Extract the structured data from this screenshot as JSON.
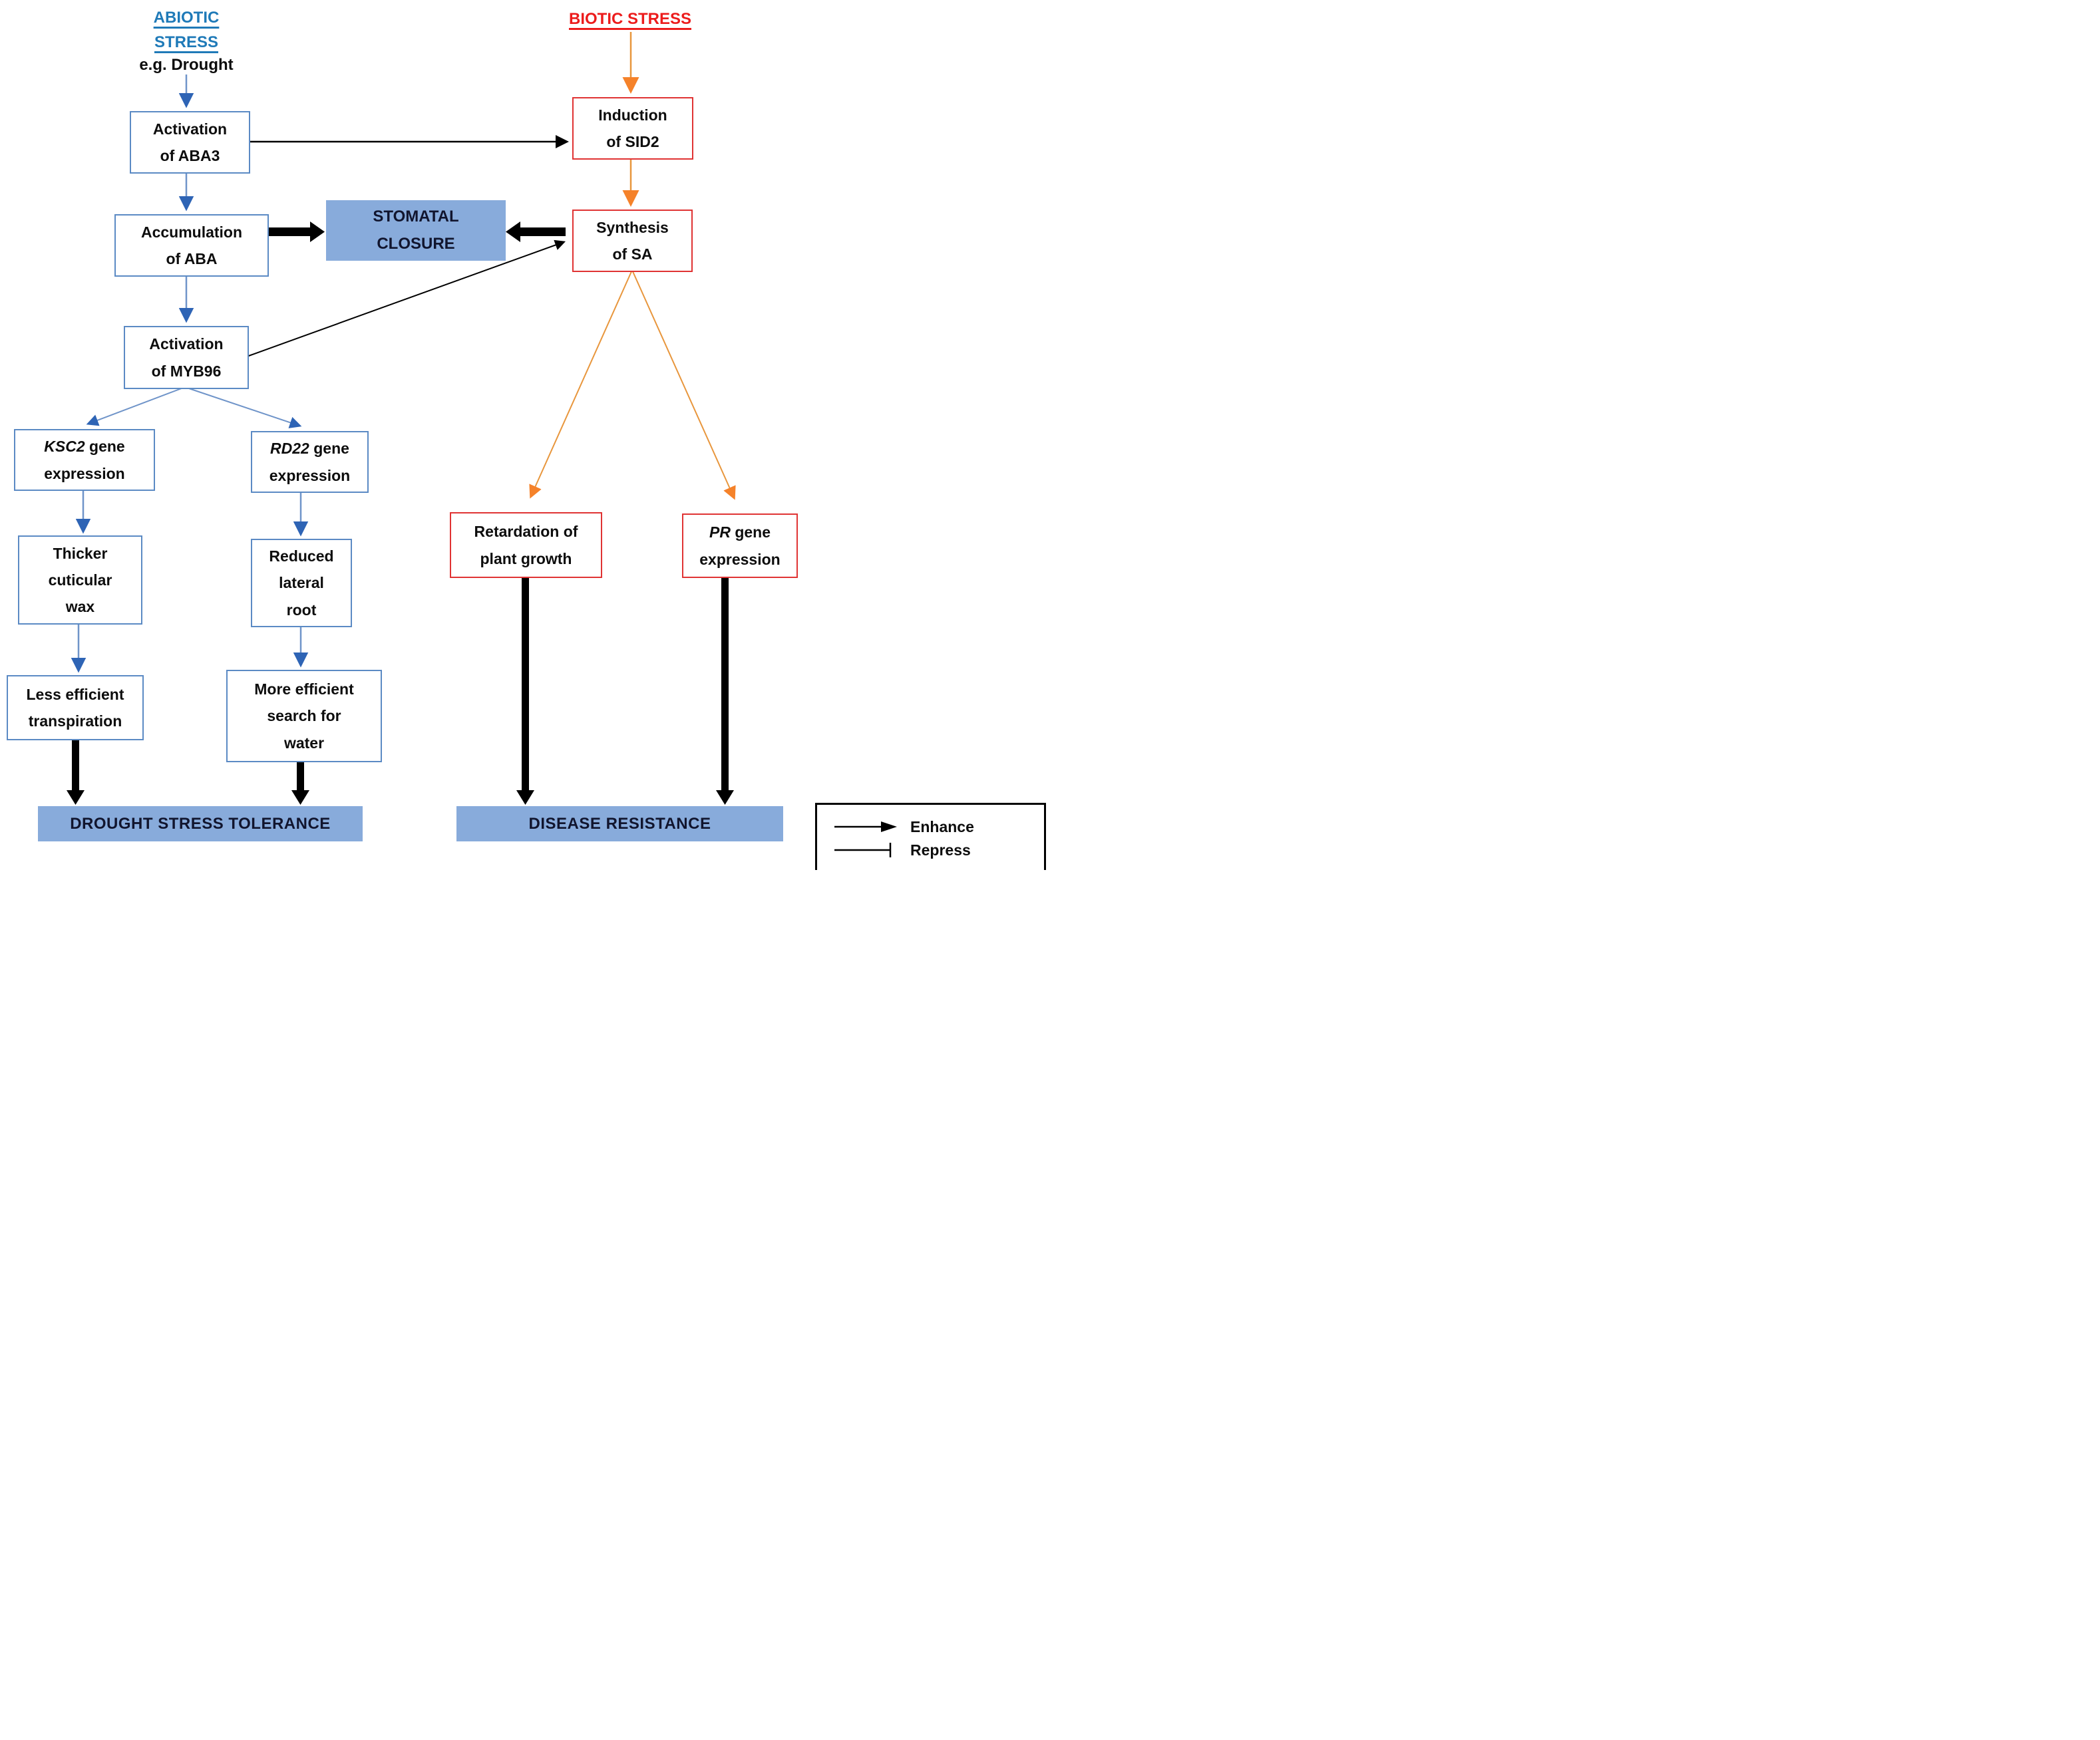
{
  "titles": {
    "abiotic": {
      "line1": "ABIOTIC",
      "line2": "STRESS",
      "example": "e.g. Drought"
    },
    "biotic": "BIOTIC STRESS"
  },
  "boxes": {
    "aba3": {
      "line1": "Activation",
      "line2": "of ABA3"
    },
    "aba": {
      "line1": "Accumulation",
      "line2": "of ABA"
    },
    "myb96": {
      "line1": "Activation",
      "line2": "of MYB96"
    },
    "ksc2": {
      "gene": "KSC2",
      "line1_rest": " gene",
      "line2": "expression"
    },
    "rd22": {
      "gene": "RD22",
      "line1_rest": " gene",
      "line2": "expression"
    },
    "wax": {
      "line1": "Thicker",
      "line2": "cuticular",
      "line3": "wax"
    },
    "root": {
      "line1": "Reduced",
      "line2": "lateral",
      "line3": "root"
    },
    "transpiration": {
      "line1": "Less efficient",
      "line2": "transpiration"
    },
    "water": {
      "line1": "More efficient",
      "line2": "search for",
      "line3": "water"
    },
    "stomatal": {
      "line1": "STOMATAL",
      "line2": "CLOSURE"
    },
    "sid2": {
      "line1": "Induction",
      "line2": "of SID2"
    },
    "sa": {
      "line1": "Synthesis",
      "line2": "of SA"
    },
    "retardation": {
      "line1": "Retardation of",
      "line2": "plant growth"
    },
    "pr": {
      "gene": "PR",
      "line1_rest": " gene",
      "line2": "expression"
    }
  },
  "banners": {
    "drought": "DROUGHT STRESS TOLERANCE",
    "disease": "DISEASE RESISTANCE"
  },
  "legend": {
    "enhance": "Enhance",
    "repress": "Repress"
  },
  "colors": {
    "abiotic_title": "#1f7ab8",
    "biotic_title": "#ec1c1c",
    "blue_box_border": "#5b8ac4",
    "red_box_border": "#e03333",
    "panel_fill": "#88abdb",
    "panel_text": "#11152e",
    "orange_arrow": "#ed7d31",
    "blue_arrow_line": "#6f94c9",
    "blue_arrow_head": "#2e64b5",
    "black": "#000000"
  }
}
